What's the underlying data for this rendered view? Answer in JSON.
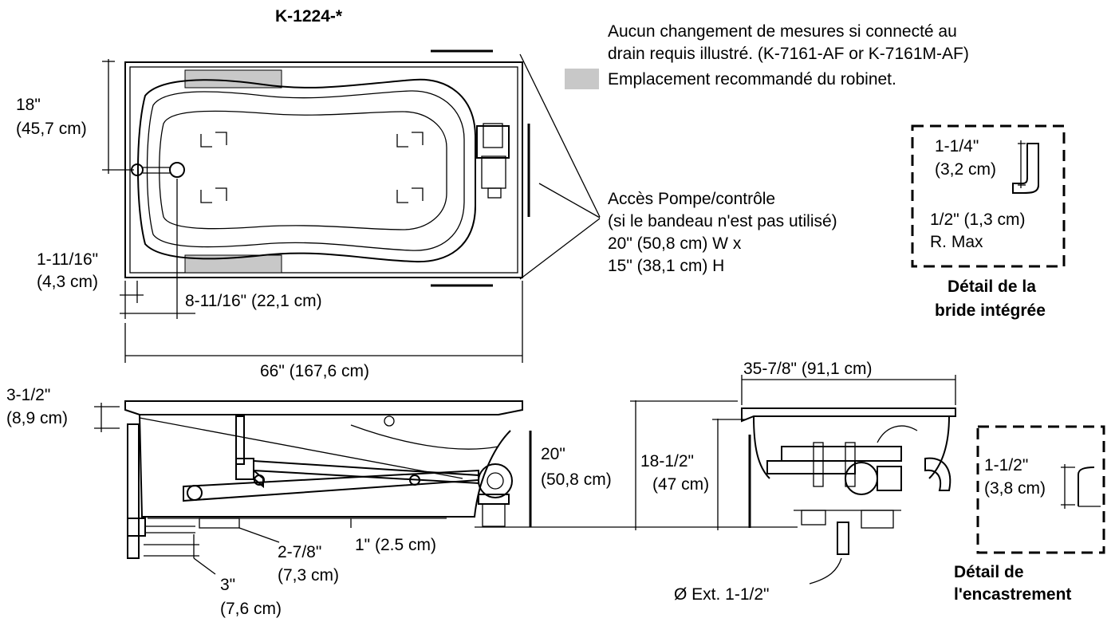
{
  "title": "K-1224-*",
  "notes": {
    "line1": "Aucun changement de mesures si connecté au",
    "line2": "drain requis illustré. (K-7161-AF or K-7161M-AF)",
    "legend": "Emplacement recommandé du robinet.",
    "legend_color": "#c8c8c8"
  },
  "top_view": {
    "dim_18": "18\"",
    "dim_18_cm": "(45,7 cm)",
    "dim_1_11_16": "1-11/16\"",
    "dim_1_11_16_cm": "(4,3 cm)",
    "dim_8_11_16": "8-11/16\" (22,1 cm)",
    "dim_66": "66\" (167,6 cm)"
  },
  "access": {
    "line1": "Accès Pompe/contrôle",
    "line2": "(si le bandeau n'est pas utilisé)",
    "line3": "20\" (50,8 cm) W x",
    "line4": "15\" (38,1 cm) H"
  },
  "flange_detail": {
    "dim1": "1-1/4\"",
    "dim1_cm": "(3,2 cm)",
    "dim2": "1/2\" (1,3 cm)",
    "dim2_label": "R. Max",
    "caption1": "Détail de la",
    "caption2": "bride intégrée"
  },
  "side_view": {
    "dim_3_1_2": "3-1/2\"",
    "dim_3_1_2_cm": "(8,9 cm)",
    "dim_20": "20\"",
    "dim_20_cm": "(50,8 cm)",
    "dim_1": "1\" (2.5 cm)",
    "dim_2_7_8": "2-7/8\"",
    "dim_2_7_8_cm": "(7,3 cm)",
    "dim_3": "3\"",
    "dim_3_cm": "(7,6 cm)"
  },
  "end_view": {
    "dim_35": "35-7/8\" (91,1 cm)",
    "dim_18_1_2": "18-1/2\"",
    "dim_18_1_2_cm": "(47 cm)",
    "drain": "Ø Ext. 1-1/2\""
  },
  "recess_detail": {
    "dim": "1-1/2\"",
    "dim_cm": "(3,8 cm)",
    "caption1": "Détail de",
    "caption2": "l'encastrement"
  }
}
